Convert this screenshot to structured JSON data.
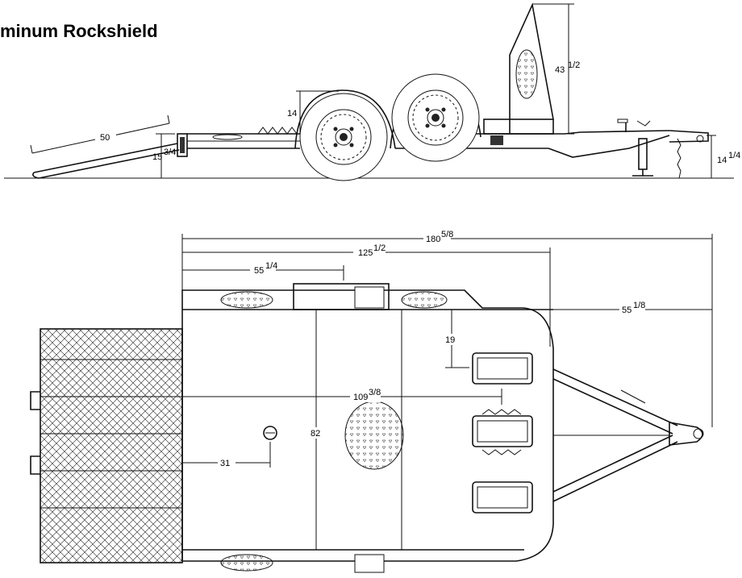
{
  "title": "minum Rockshield",
  "side_view": {
    "ramp_length": "50",
    "deck_height": "15",
    "deck_height_frac": "3/4",
    "fender_height": "14",
    "rockshield_height": "43",
    "rockshield_height_frac": "1/2",
    "tongue_height": "14",
    "tongue_height_frac": "1/4"
  },
  "top_view": {
    "overall_length": "180",
    "overall_length_frac": "5/8",
    "bed_to_axle": "125",
    "bed_to_axle_frac": "1/2",
    "front_section": "55",
    "front_section_frac": "1/4",
    "tongue_length": "55",
    "tongue_length_frac": "1/8",
    "toolbox_offset": "19",
    "center_dim": "109",
    "center_dim_frac": "3/8",
    "width": "82",
    "jack_offset": "31"
  }
}
